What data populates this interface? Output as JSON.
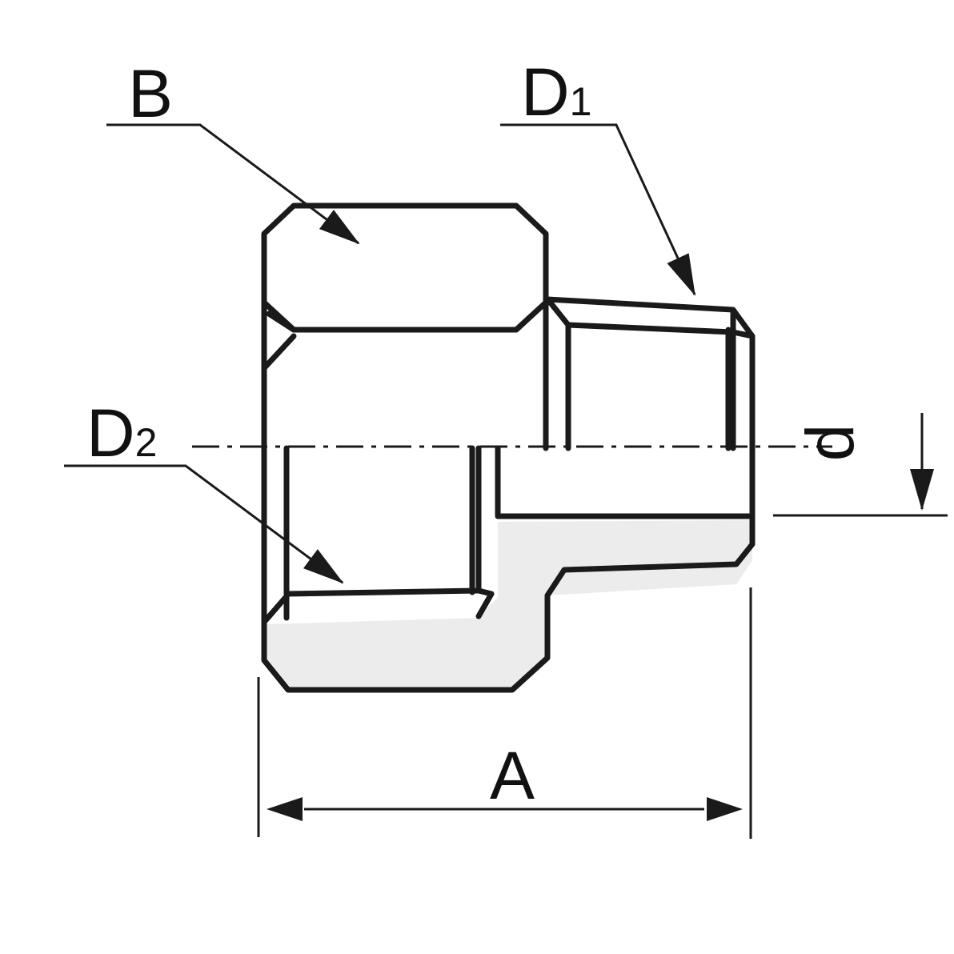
{
  "labels": {
    "b": "B",
    "d1_main": "D",
    "d1_sub": "1",
    "d2_main": "D",
    "d2_sub": "2",
    "d": "d",
    "a": "A"
  },
  "colors": {
    "stroke": "#1a1a1a",
    "section_fill": "#ececec",
    "background": "#ffffff"
  }
}
